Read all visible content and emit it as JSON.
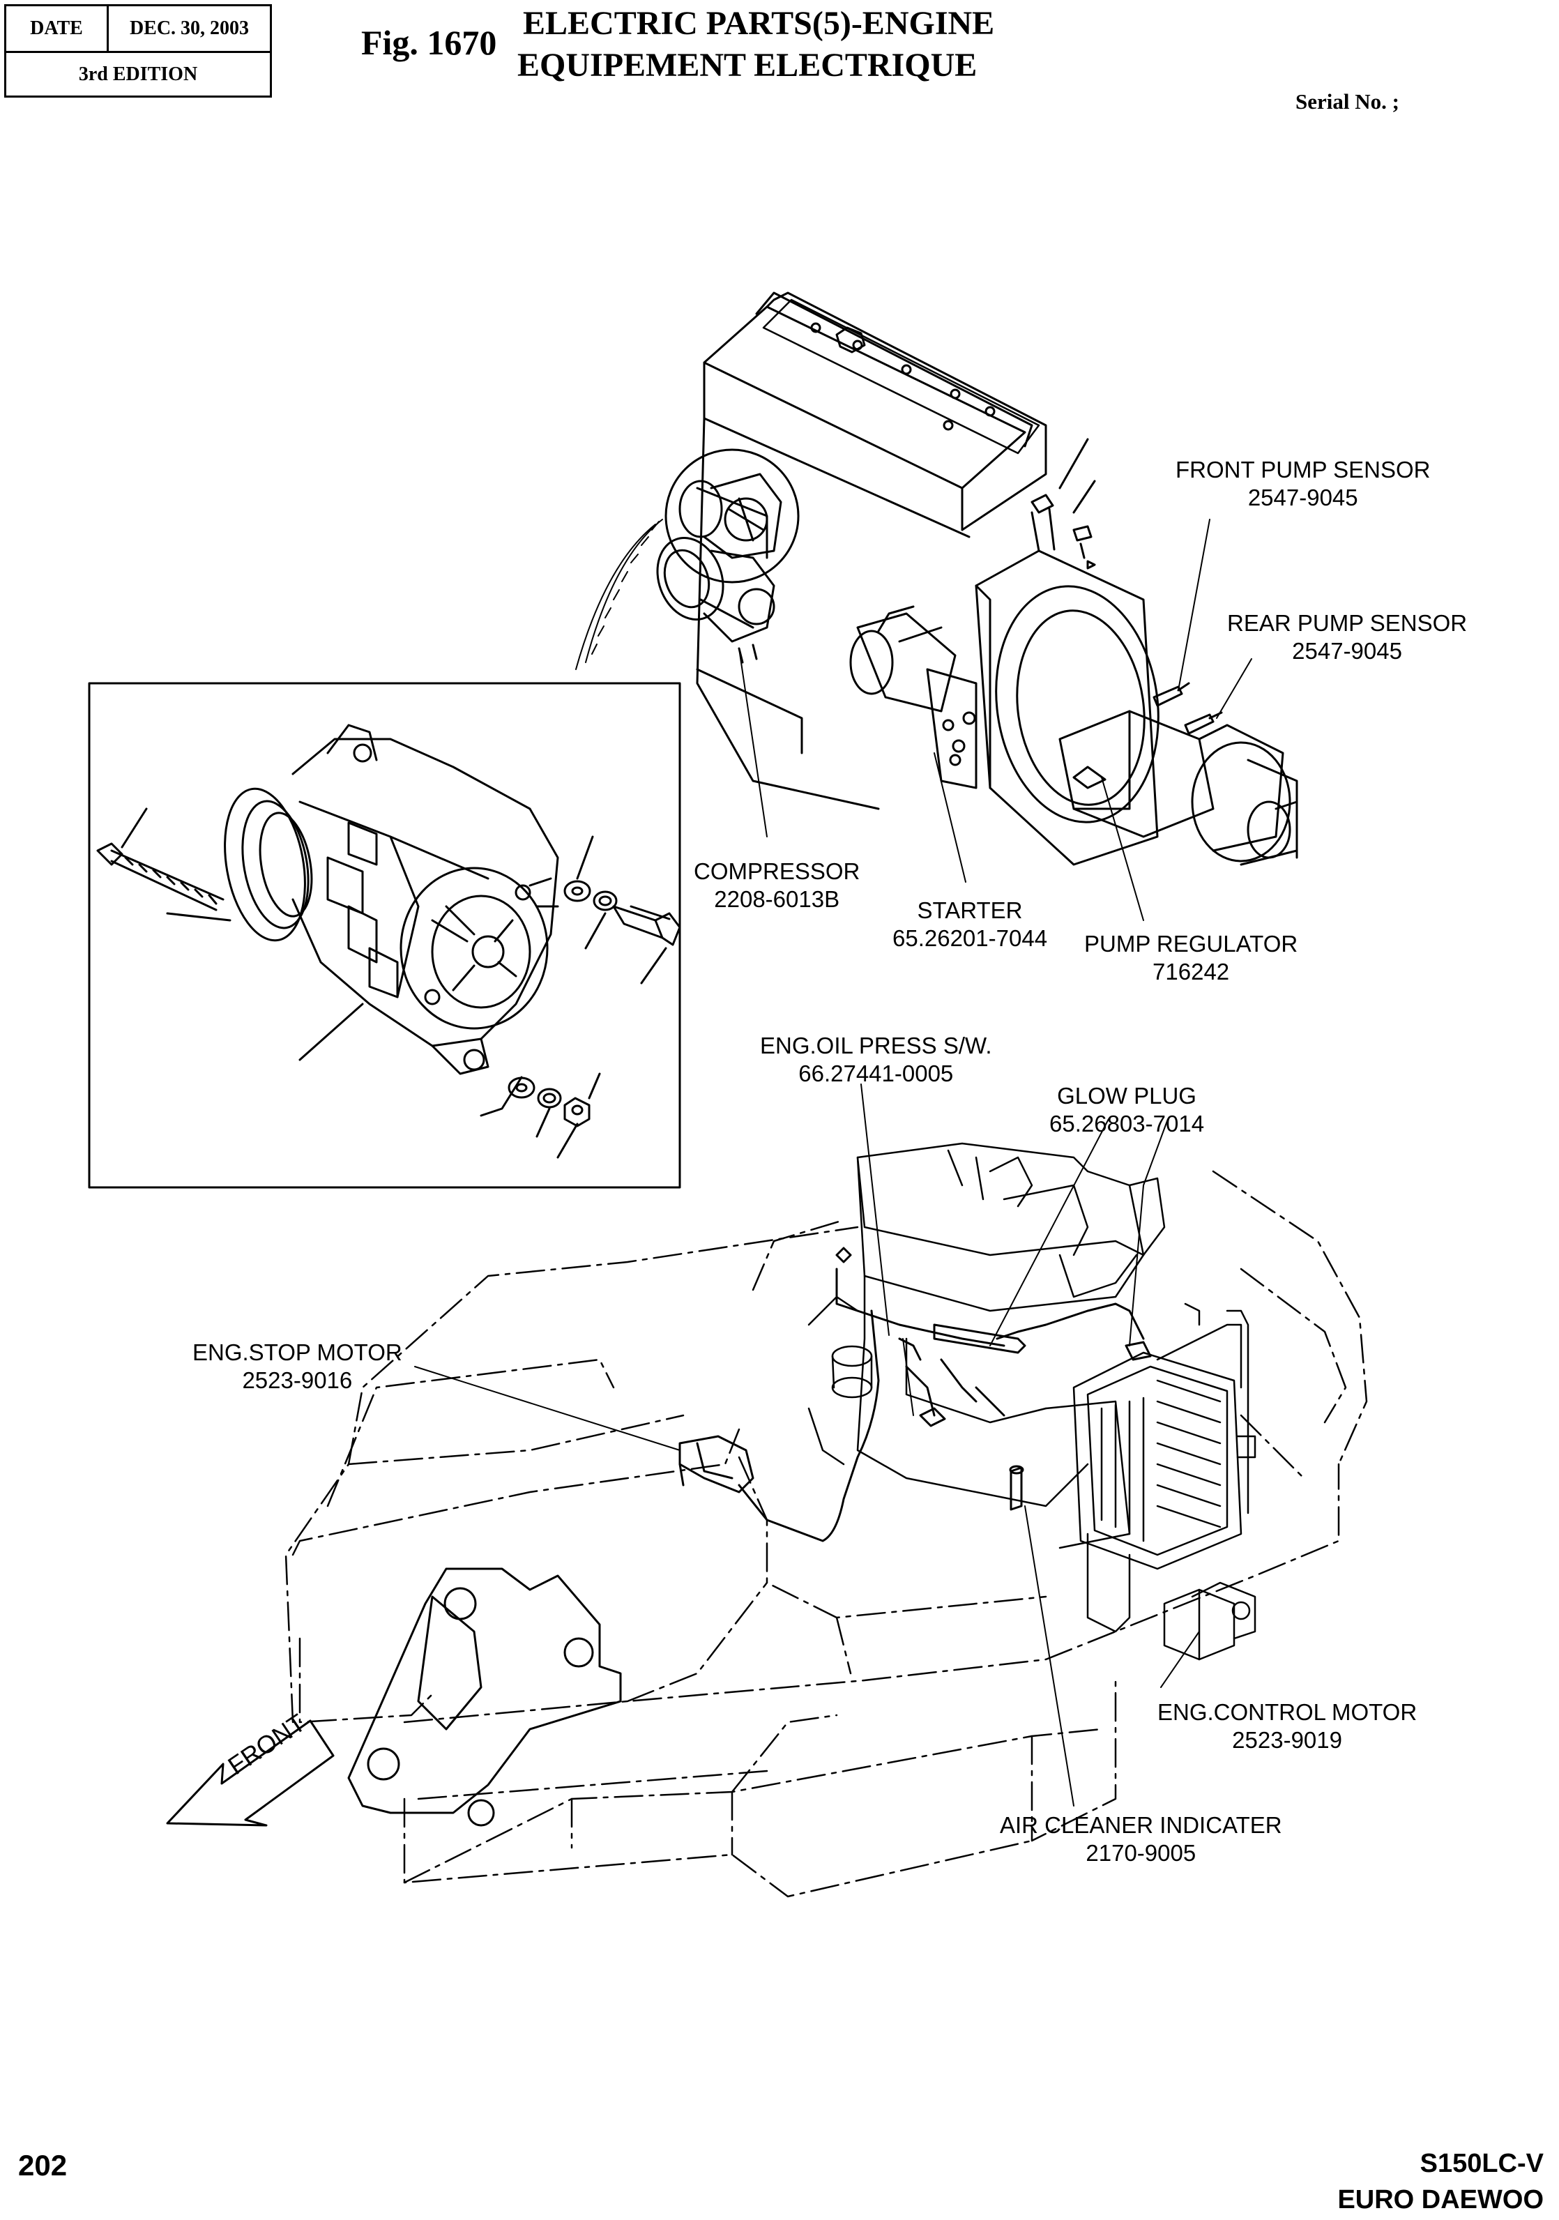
{
  "header": {
    "date_label": "DATE",
    "date_value": "DEC. 30, 2003",
    "edition": "3rd  EDITION",
    "fig_number": "Fig. 1670",
    "title_line1": "ELECTRIC PARTS(5)-ENGINE",
    "title_line2": "EQUIPEMENT ELECTRIQUE",
    "serial": "Serial No. ;"
  },
  "callouts": {
    "front_pump_sensor": {
      "name": "FRONT PUMP SENSOR",
      "part": "2547-9045"
    },
    "rear_pump_sensor": {
      "name": "REAR PUMP SENSOR",
      "part": "2547-9045"
    },
    "compressor": {
      "name": "COMPRESSOR",
      "part": "2208-6013B"
    },
    "starter": {
      "name": "STARTER",
      "part": "65.26201-7044"
    },
    "pump_regulator": {
      "name": "PUMP REGULATOR",
      "part": "716242"
    },
    "eng_oil_press_sw": {
      "name": "ENG.OIL PRESS S/W.",
      "part": "66.27441-0005"
    },
    "glow_plug": {
      "name": "GLOW PLUG",
      "part": "65.26803-7014"
    },
    "eng_stop_motor": {
      "name": "ENG.STOP MOTOR",
      "part": "2523-9016"
    },
    "eng_control_motor": {
      "name": "ENG.CONTROL MOTOR",
      "part": "2523-9019"
    },
    "air_cleaner_indicater": {
      "name": "AIR CLEANER INDICATER",
      "part": "2170-9005"
    }
  },
  "front_arrow_label": "FRONT",
  "footer": {
    "page_number": "202",
    "model": "S150LC-V",
    "maker": "EURO DAEWOO"
  }
}
